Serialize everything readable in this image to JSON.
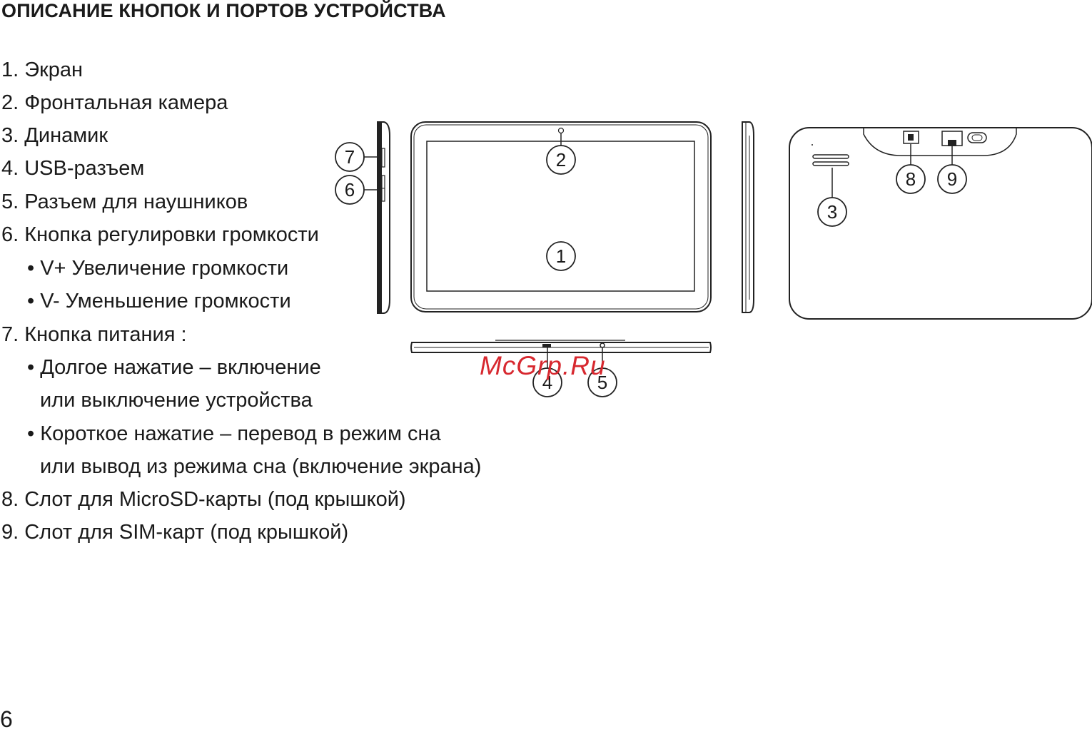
{
  "heading": "ОПИСАНИЕ КНОПОК И ПОРТОВ УСТРОЙСТВА",
  "items": [
    "1. Экран",
    "2. Фронтальная камера",
    "3. Динамик",
    "4. USB-разъем",
    "5. Разъем для наушников",
    "6. Кнопка регулировки громкости",
    "• V+ Увеличение громкости",
    "• V- Уменьшение громкости",
    "7. Кнопка питания :",
    "• Долгое нажатие – включение",
    "или выключение устройства",
    "• Короткое нажатие – перевод в режим сна",
    "или вывод из режима сна (включение экрана)",
    "8. Слот для MicroSD-карты (под крышкой)",
    "9. Слот для SIM-карт (под крышкой)"
  ],
  "callouts": {
    "screen": "1",
    "camera": "2",
    "speaker": "3",
    "usb": "4",
    "headphone": "5",
    "volume": "6",
    "power": "7",
    "microsd": "8",
    "sim": "9"
  },
  "watermark": "McGrp.Ru",
  "page_number": "6",
  "colors": {
    "text": "#1a1a1a",
    "watermark": "#d7282f"
  }
}
